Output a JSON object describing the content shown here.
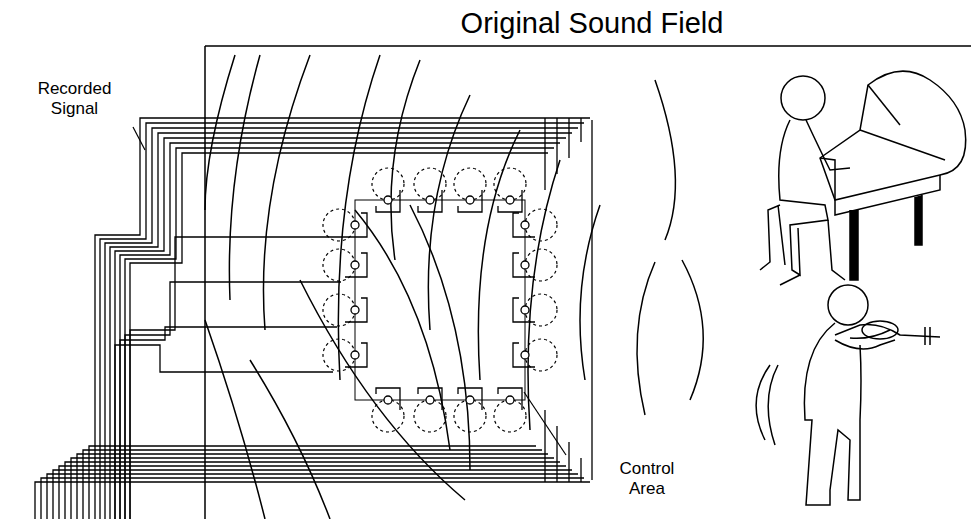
{
  "diagram": {
    "title": "Original Sound Field",
    "labels": [
      "Recorded Signal",
      "Control Area"
    ]
  }
}
